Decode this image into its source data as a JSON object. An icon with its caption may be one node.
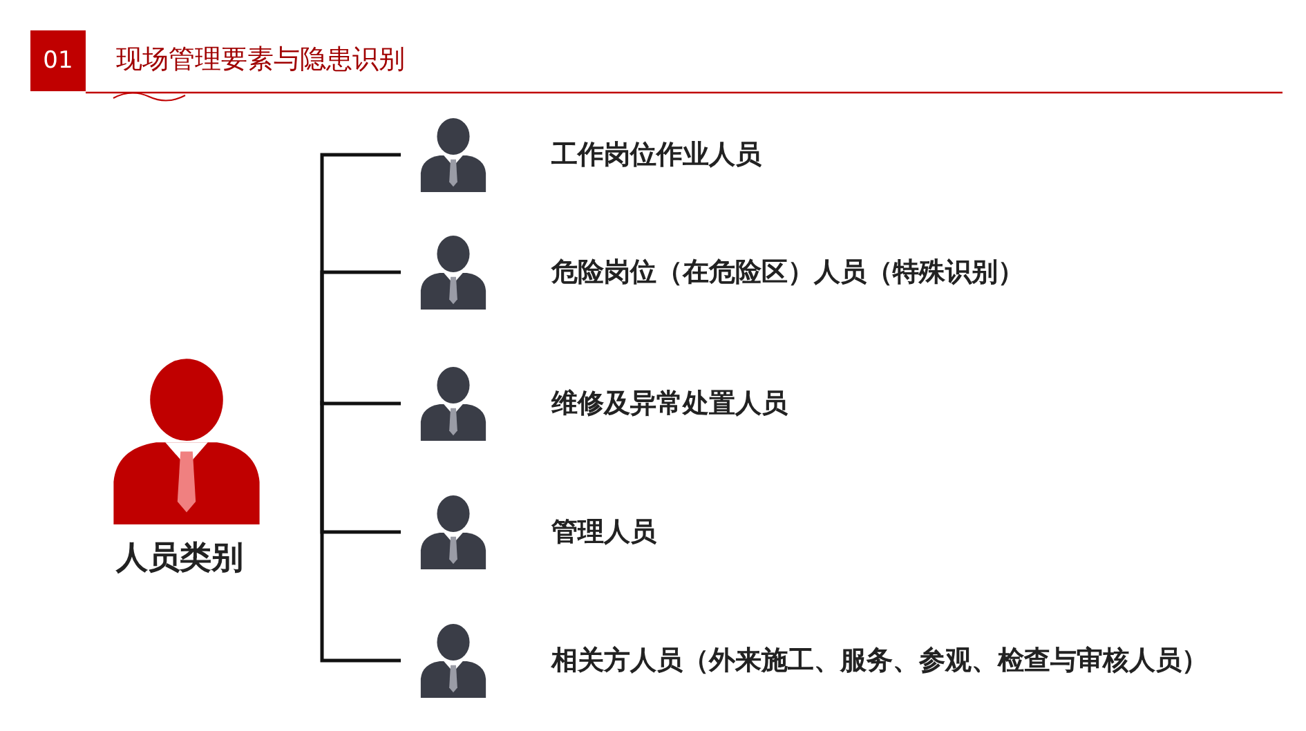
{
  "diagram": {
    "title": "现场管理要素与隐患识别",
    "nodes": [
      {
        "text": [
          "人员类别"
        ]
      },
      {
        "text": [
          "工作岗位作业人员"
        ]
      },
      {
        "text": [
          "危险岗位（在危险区）人员（特殊识别）"
        ]
      },
      {
        "text": [
          "维修及异常处置人员"
        ]
      },
      {
        "text": [
          "管理人员"
        ]
      },
      {
        "text": [
          "相关方人员（外来施工、服务、参观、检查与审核人员）"
        ]
      }
    ],
    "edges": [
      {
        "from": 0,
        "to": 1,
        "arrow": "none"
      },
      {
        "from": 0,
        "to": 2,
        "arrow": "none"
      },
      {
        "from": 0,
        "to": 3,
        "arrow": "none"
      },
      {
        "from": 0,
        "to": 4,
        "arrow": "none"
      },
      {
        "from": 0,
        "to": 5,
        "arrow": "none"
      }
    ],
    "labels": [
      "01"
    ]
  }
}
